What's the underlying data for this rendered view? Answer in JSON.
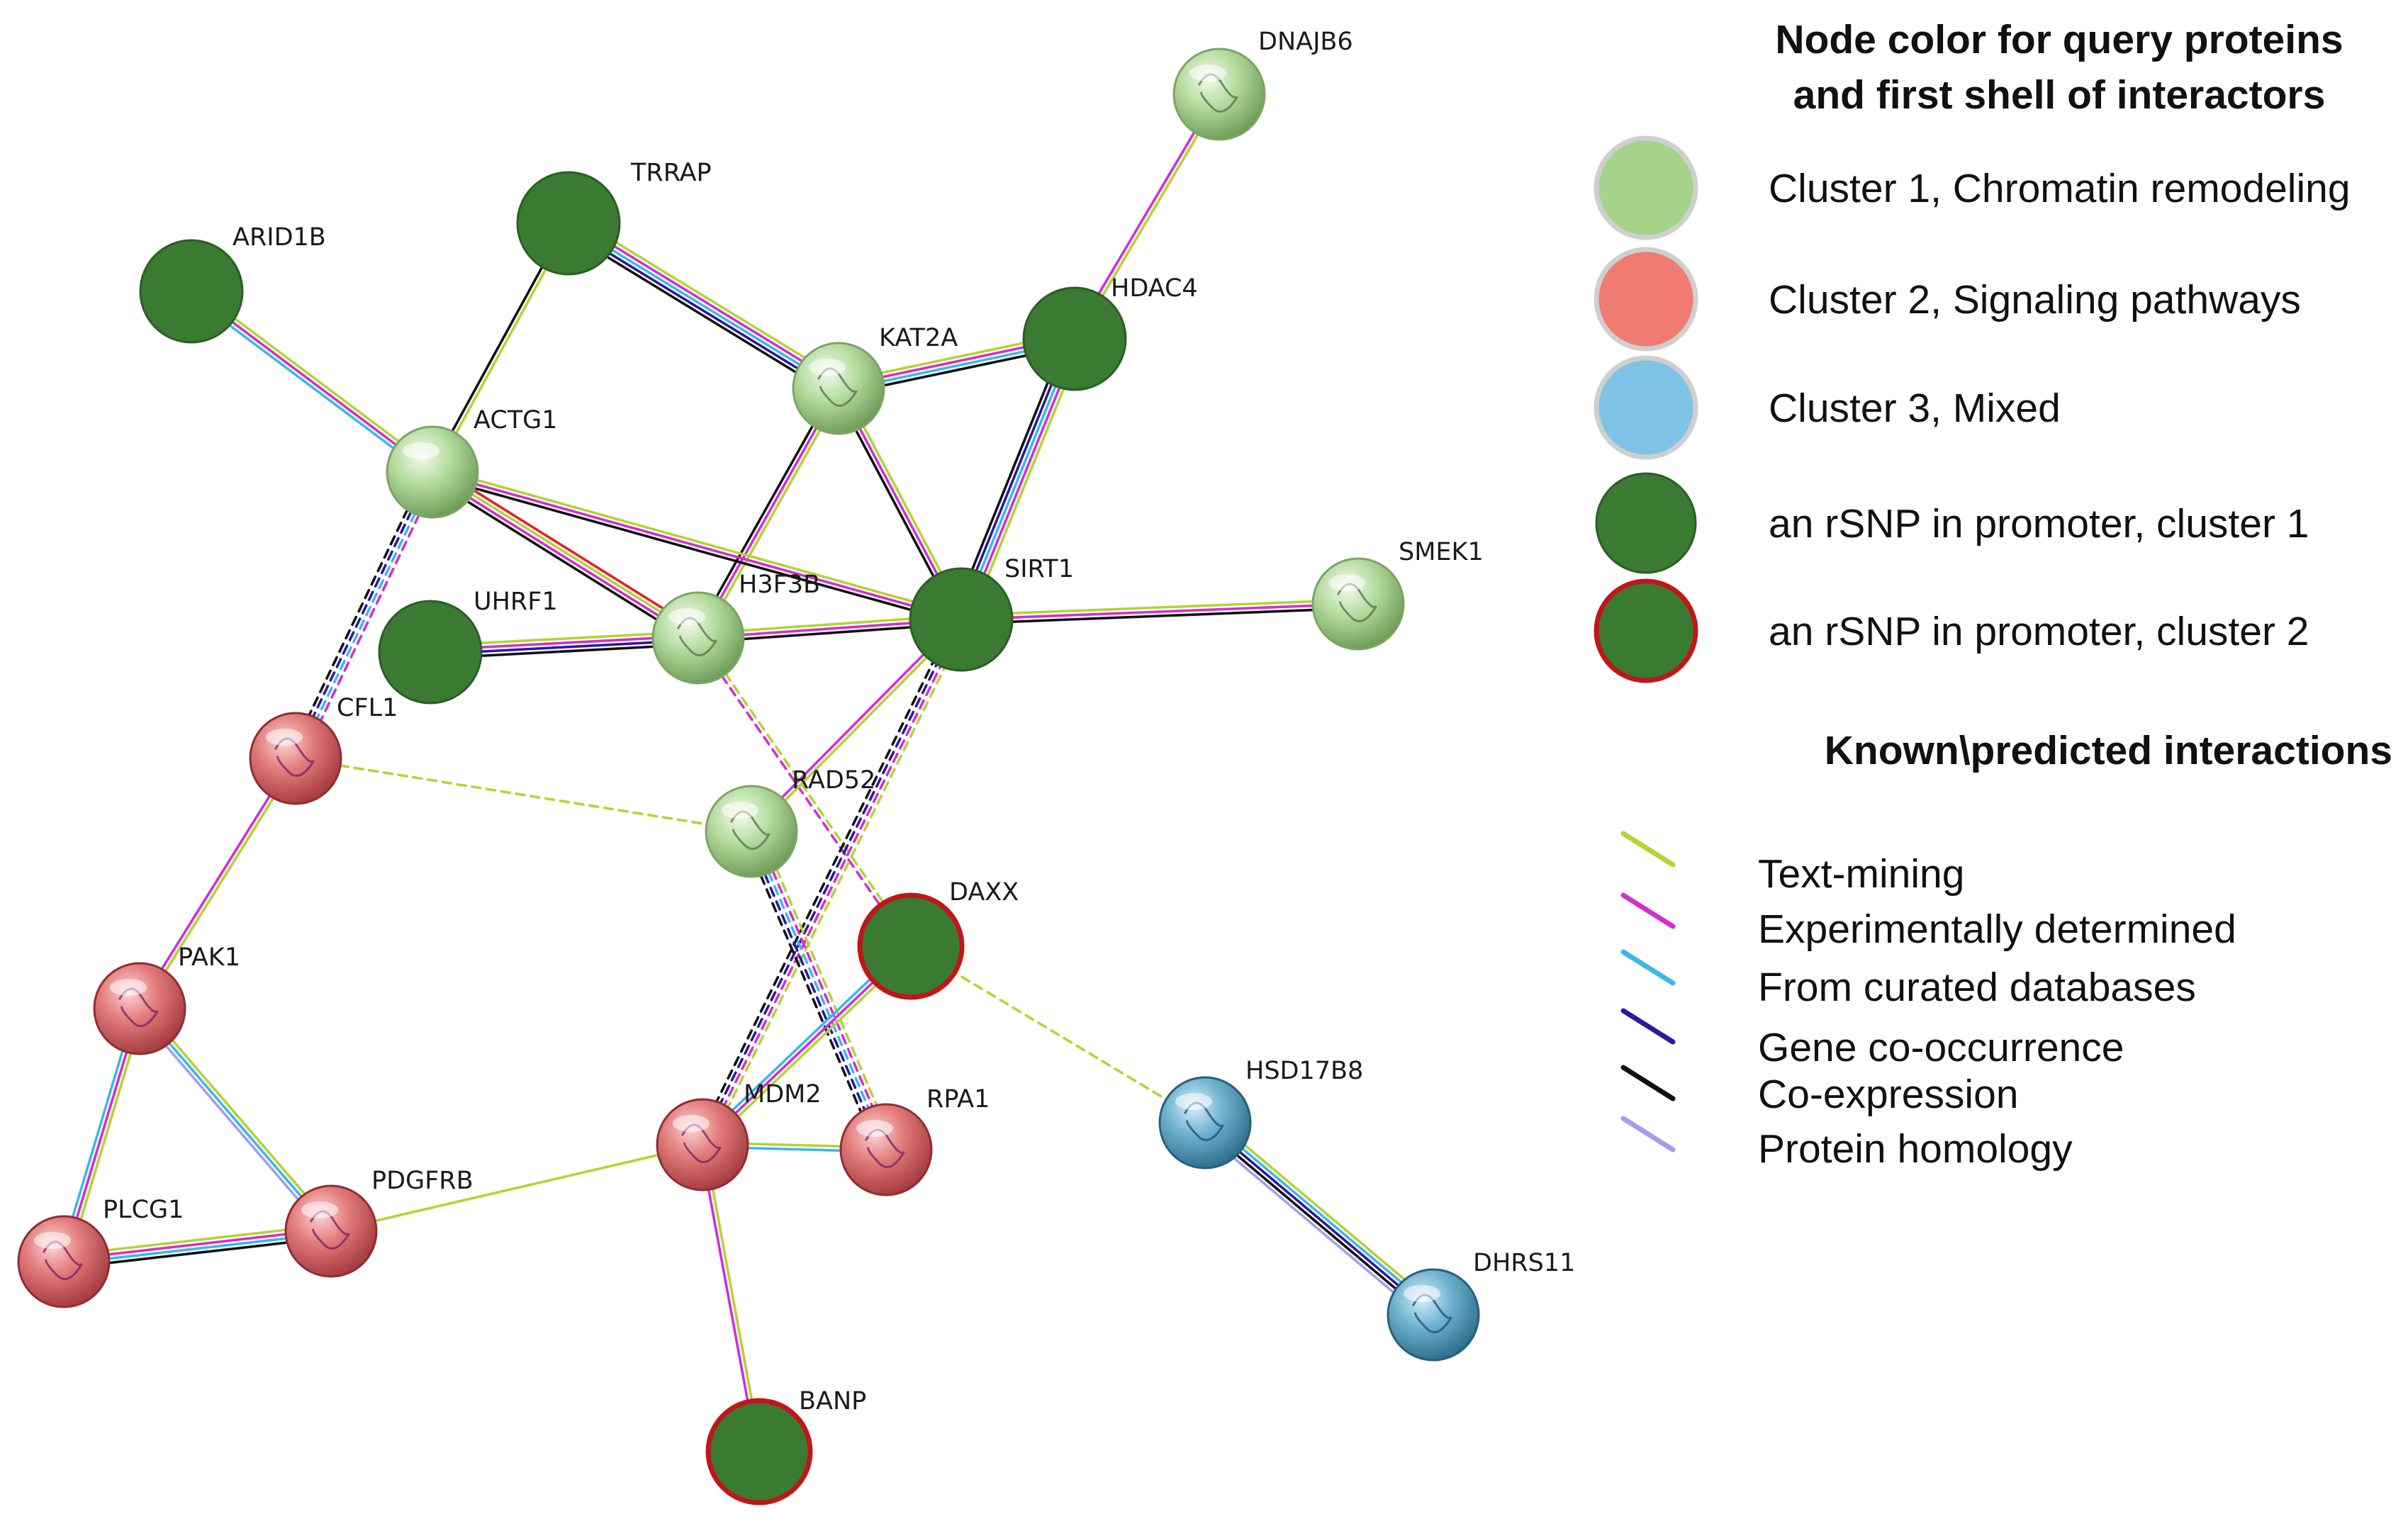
{
  "colors": {
    "cluster1": "#a6d38c",
    "cluster2": "#ef7b72",
    "cluster3": "#7ec3e6",
    "rsnp_fill": "#3a7a32",
    "rsnp_cluster2_border": "#c0161a",
    "text_mining": "#b5d334",
    "experimental": "#d22fd2",
    "curated": "#3ab9e8",
    "cooccurrence": "#2b1aa0",
    "coexpression": "#111111",
    "homology": "#a59cf0",
    "gene_fusion": "#e8211c"
  },
  "nodes": [
    {
      "id": "DNAJB6",
      "label": "DNAJB6",
      "type": "cluster1",
      "icon": "protein-structure-icon"
    },
    {
      "id": "TRRAP",
      "label": "TRRAP",
      "type": "rsnp1"
    },
    {
      "id": "ARID1B",
      "label": "ARID1B",
      "type": "rsnp1"
    },
    {
      "id": "KAT2A",
      "label": "KAT2A",
      "type": "cluster1",
      "icon": "protein-structure-icon"
    },
    {
      "id": "HDAC4",
      "label": "HDAC4",
      "type": "rsnp1"
    },
    {
      "id": "ACTG1",
      "label": "ACTG1",
      "type": "cluster1"
    },
    {
      "id": "UHRF1",
      "label": "UHRF1",
      "type": "rsnp1"
    },
    {
      "id": "H3F3B",
      "label": "H3F3B",
      "type": "cluster1",
      "icon": "protein-structure-icon"
    },
    {
      "id": "SIRT1",
      "label": "SIRT1",
      "type": "rsnp1"
    },
    {
      "id": "SMEK1",
      "label": "SMEK1",
      "type": "cluster1",
      "icon": "protein-structure-icon"
    },
    {
      "id": "CFL1",
      "label": "CFL1",
      "type": "cluster2",
      "icon": "protein-structure-icon"
    },
    {
      "id": "RAD52",
      "label": "RAD52",
      "type": "cluster1",
      "icon": "protein-structure-icon"
    },
    {
      "id": "DAXX",
      "label": "DAXX",
      "type": "rsnp2"
    },
    {
      "id": "PAK1",
      "label": "PAK1",
      "type": "cluster2",
      "icon": "protein-structure-icon"
    },
    {
      "id": "MDM2",
      "label": "MDM2",
      "type": "cluster2",
      "icon": "protein-structure-icon"
    },
    {
      "id": "RPA1",
      "label": "RPA1",
      "type": "cluster2",
      "icon": "protein-structure-icon"
    },
    {
      "id": "HSD17B8",
      "label": "HSD17B8",
      "type": "cluster3",
      "icon": "protein-structure-icon"
    },
    {
      "id": "PDGFRB",
      "label": "PDGFRB",
      "type": "cluster2",
      "icon": "protein-structure-icon"
    },
    {
      "id": "PLCG1",
      "label": "PLCG1",
      "type": "cluster2",
      "icon": "protein-structure-icon"
    },
    {
      "id": "DHRS11",
      "label": "DHRS11",
      "type": "cluster3",
      "icon": "protein-structure-icon"
    },
    {
      "id": "BANP",
      "label": "BANP",
      "type": "rsnp2"
    }
  ],
  "edges": [
    {
      "source": "DNAJB6",
      "target": "HDAC4",
      "evidence": [
        "text_mining",
        "experimental"
      ],
      "style": "solid"
    },
    {
      "source": "TRRAP",
      "target": "KAT2A",
      "evidence": [
        "text_mining",
        "experimental",
        "curated",
        "cooccurrence",
        "coexpression"
      ],
      "style": "solid"
    },
    {
      "source": "TRRAP",
      "target": "ACTG1",
      "evidence": [
        "text_mining",
        "coexpression"
      ],
      "style": "solid"
    },
    {
      "source": "ARID1B",
      "target": "ACTG1",
      "evidence": [
        "text_mining",
        "experimental",
        "curated"
      ],
      "style": "solid"
    },
    {
      "source": "KAT2A",
      "target": "HDAC4",
      "evidence": [
        "text_mining",
        "experimental",
        "curated",
        "coexpression"
      ],
      "style": "solid"
    },
    {
      "source": "KAT2A",
      "target": "H3F3B",
      "evidence": [
        "text_mining",
        "experimental",
        "coexpression"
      ],
      "style": "solid"
    },
    {
      "source": "KAT2A",
      "target": "SIRT1",
      "evidence": [
        "text_mining",
        "experimental",
        "coexpression"
      ],
      "style": "solid"
    },
    {
      "source": "HDAC4",
      "target": "SIRT1",
      "evidence": [
        "text_mining",
        "experimental",
        "curated",
        "cooccurrence",
        "coexpression"
      ],
      "style": "solid"
    },
    {
      "source": "ACTG1",
      "target": "H3F3B",
      "evidence": [
        "gene_fusion",
        "text_mining",
        "experimental",
        "coexpression"
      ],
      "style": "solid"
    },
    {
      "source": "ACTG1",
      "target": "SIRT1",
      "evidence": [
        "text_mining",
        "experimental",
        "coexpression"
      ],
      "style": "solid"
    },
    {
      "source": "ACTG1",
      "target": "CFL1",
      "evidence": [
        "experimental",
        "curated",
        "cooccurrence",
        "coexpression"
      ],
      "style": "dashed"
    },
    {
      "source": "UHRF1",
      "target": "H3F3B",
      "evidence": [
        "text_mining",
        "experimental",
        "cooccurrence",
        "coexpression"
      ],
      "style": "solid"
    },
    {
      "source": "H3F3B",
      "target": "SIRT1",
      "evidence": [
        "text_mining",
        "experimental",
        "coexpression"
      ],
      "style": "solid"
    },
    {
      "source": "H3F3B",
      "target": "DAXX",
      "evidence": [
        "text_mining",
        "experimental"
      ],
      "style": "dashed"
    },
    {
      "source": "SIRT1",
      "target": "SMEK1",
      "evidence": [
        "text_mining",
        "experimental",
        "coexpression"
      ],
      "style": "solid"
    },
    {
      "source": "SIRT1",
      "target": "RAD52",
      "evidence": [
        "text_mining",
        "experimental"
      ],
      "style": "solid"
    },
    {
      "source": "SIRT1",
      "target": "MDM2",
      "evidence": [
        "text_mining",
        "experimental",
        "cooccurrence",
        "coexpression"
      ],
      "style": "dashed"
    },
    {
      "source": "CFL1",
      "target": "RAD52",
      "evidence": [
        "text_mining"
      ],
      "style": "dashed"
    },
    {
      "source": "CFL1",
      "target": "PAK1",
      "evidence": [
        "text_mining",
        "experimental"
      ],
      "style": "solid"
    },
    {
      "source": "RAD52",
      "target": "RPA1",
      "evidence": [
        "text_mining",
        "experimental",
        "curated",
        "cooccurrence",
        "coexpression"
      ],
      "style": "dashed"
    },
    {
      "source": "DAXX",
      "target": "MDM2",
      "evidence": [
        "text_mining",
        "experimental",
        "curated"
      ],
      "style": "solid"
    },
    {
      "source": "DAXX",
      "target": "HSD17B8",
      "evidence": [
        "text_mining"
      ],
      "style": "dashed"
    },
    {
      "source": "PAK1",
      "target": "PLCG1",
      "evidence": [
        "text_mining",
        "experimental",
        "curated"
      ],
      "style": "solid"
    },
    {
      "source": "PAK1",
      "target": "PDGFRB",
      "evidence": [
        "text_mining",
        "curated",
        "homology"
      ],
      "style": "solid"
    },
    {
      "source": "PLCG1",
      "target": "PDGFRB",
      "evidence": [
        "text_mining",
        "experimental",
        "curated",
        "coexpression"
      ],
      "style": "solid"
    },
    {
      "source": "PDGFRB",
      "target": "MDM2",
      "evidence": [
        "text_mining"
      ],
      "style": "solid"
    },
    {
      "source": "MDM2",
      "target": "RPA1",
      "evidence": [
        "text_mining",
        "curated"
      ],
      "style": "solid"
    },
    {
      "source": "MDM2",
      "target": "BANP",
      "evidence": [
        "text_mining",
        "experimental"
      ],
      "style": "solid"
    },
    {
      "source": "HSD17B8",
      "target": "DHRS11",
      "evidence": [
        "text_mining",
        "curated",
        "cooccurrence",
        "coexpression",
        "homology"
      ],
      "style": "solid"
    }
  ],
  "legend": {
    "node_title_line1": "Node color for query proteins",
    "node_title_line2": "and first shell of interactors",
    "node_items": [
      {
        "label": "Cluster 1, Chromatin remodeling",
        "type": "cluster1"
      },
      {
        "label": "Cluster 2, Signaling pathways",
        "type": "cluster2"
      },
      {
        "label": "Cluster 3, Mixed",
        "type": "cluster3"
      },
      {
        "label": "an rSNP in promoter, cluster 1",
        "type": "rsnp1"
      },
      {
        "label": "an rSNP in promoter, cluster 2",
        "type": "rsnp2"
      }
    ],
    "edge_title": "Known\\predicted interactions",
    "edge_items": [
      {
        "label": "Text-mining",
        "evidence": "text_mining"
      },
      {
        "label": "Experimentally determined",
        "evidence": "experimental"
      },
      {
        "label": "From curated databases",
        "evidence": "curated"
      },
      {
        "label": "Gene co-occurrence",
        "evidence": "cooccurrence"
      },
      {
        "label": "Co-expression",
        "evidence": "coexpression"
      },
      {
        "label": "Protein homology",
        "evidence": "homology"
      }
    ]
  }
}
